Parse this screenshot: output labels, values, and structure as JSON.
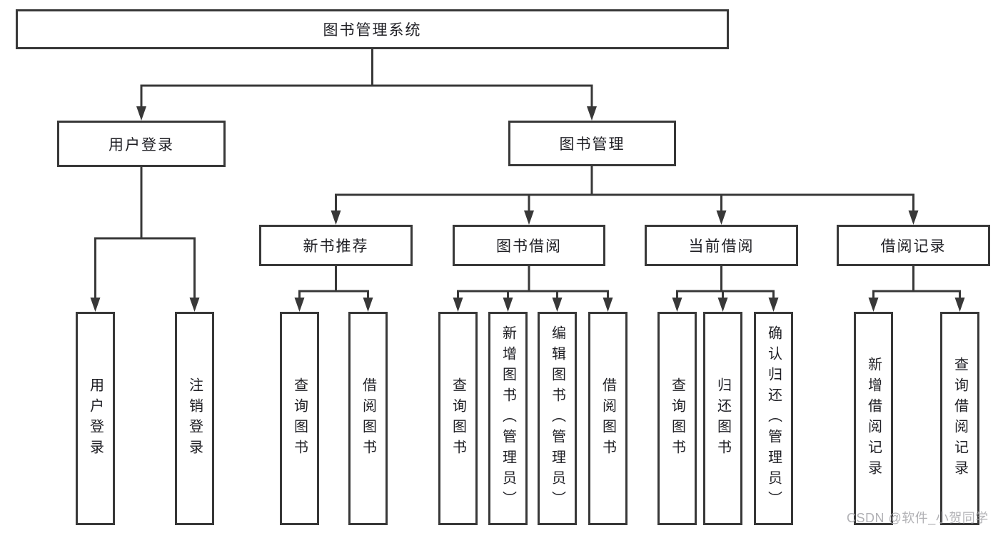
{
  "diagram": {
    "type": "tree",
    "colors": {
      "line": "#383838",
      "box_border": "#383838",
      "box_fill": "#ffffff",
      "text": "#1f1f24",
      "watermark": "#a9a9ad",
      "background": "#ffffff"
    },
    "root": {
      "label": "图书管理系统"
    },
    "branches": [
      {
        "label": "用户登录",
        "children": [
          {
            "label": "用户登录"
          },
          {
            "label": "注销登录"
          }
        ]
      },
      {
        "label": "图书管理",
        "children": [
          {
            "label": "新书推荐",
            "children": [
              {
                "label": "查询图书"
              },
              {
                "label": "借阅图书"
              }
            ]
          },
          {
            "label": "图书借阅",
            "children": [
              {
                "label": "查询图书"
              },
              {
                "label": "新增图书（管理员）"
              },
              {
                "label": "编辑图书（管理员）"
              },
              {
                "label": "借阅图书"
              }
            ]
          },
          {
            "label": "当前借阅",
            "children": [
              {
                "label": "查询图书"
              },
              {
                "label": "归还图书"
              },
              {
                "label": "确认归还（管理员）"
              }
            ]
          },
          {
            "label": "借阅记录",
            "children": [
              {
                "label": "新增借阅记录"
              },
              {
                "label": "查询借阅记录"
              }
            ]
          }
        ]
      }
    ]
  },
  "watermark": {
    "text": "CSDN @软件_小贺同学"
  }
}
